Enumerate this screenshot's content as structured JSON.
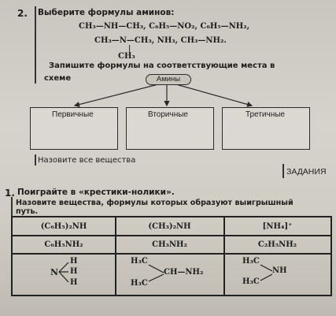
{
  "task2": {
    "number": "2.",
    "title": "Выберите формулы аминов:",
    "formula_line1": "CH₃—NH—CH₃, C₆H₅—NO₂, C₆H₅—NH₂,",
    "formula_line2": "CH₃—N—CH₃, NH₃, CH₃—NH₂.",
    "formula_branch": "CH₃",
    "instruction_line1": "Запишите формулы на соответствующие места в",
    "instruction_line2": "схеме",
    "scheme_root": "Амины",
    "scheme_boxes": [
      "Первичные",
      "Вторичные",
      "Третичные"
    ],
    "footer": "Назовите все вещества"
  },
  "section_label": "ЗАДАНИЯ",
  "task1": {
    "number": "1.",
    "title": "Поиграйте в «крестики-нолики».",
    "instruction_line1": "Назовите вещества, формулы которых образуют выигрышный",
    "instruction_line2": "путь.",
    "grid": {
      "r1c1": "(C₆H₅)₂NH",
      "r1c2": "(CH₃)₂NH",
      "r1c3": "[NH₄]⁺",
      "r2c1": "C₆H₅NH₂",
      "r2c2": "CH₃NH₂",
      "r2c3": "C₂H₅NH₂",
      "r3c1_n": "N",
      "r3c1_h": [
        "H",
        "H",
        "H"
      ],
      "r3c2_top": "H₃C",
      "r3c2_mid": "CH—NH₂",
      "r3c2_bot": "H₃C",
      "r3c3_top": "H₃C",
      "r3c3_nh": "NH",
      "r3c3_bot": "H₃C"
    }
  }
}
